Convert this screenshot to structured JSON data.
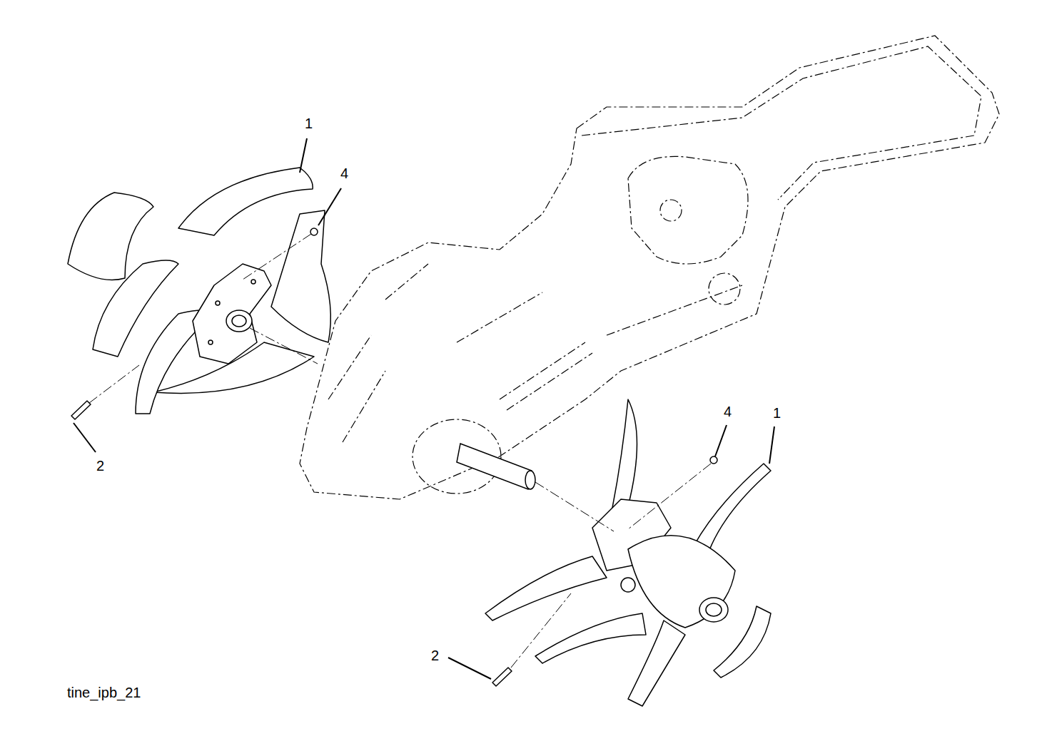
{
  "diagram": {
    "labels": [
      "1",
      "4",
      "4",
      "1",
      "2",
      "2",
      "tine_ipb_21"
    ]
  }
}
